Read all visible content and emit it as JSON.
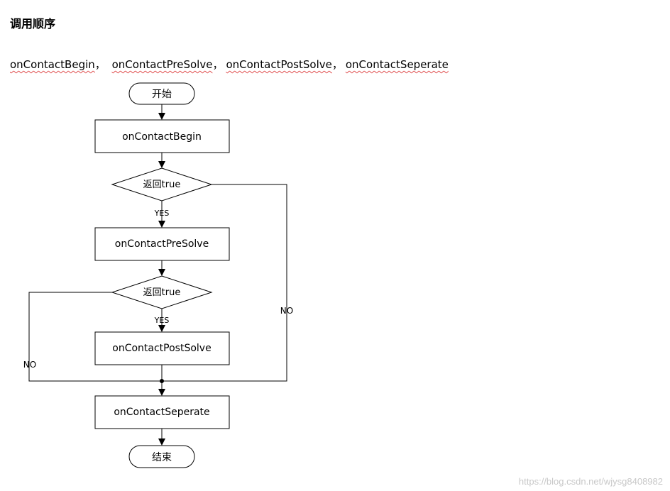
{
  "heading": "调用顺序",
  "callbacks": [
    "onContactBegin",
    "onContactPreSolve",
    "onContactPostSolve",
    "onContactSeperate"
  ],
  "separators": [
    "，",
    "，",
    "，"
  ],
  "flow": {
    "start": "开始",
    "begin": "onContactBegin",
    "decision1": "返回true",
    "yes1": "YES",
    "presolve": "onContactPreSolve",
    "decision2": "返回true",
    "yes2": "YES",
    "postsolve": "onContactPostSolve",
    "no_right": "NO",
    "no_left": "NO",
    "seperate": "onContactSeperate",
    "end": "结束"
  },
  "watermark": "https://blog.csdn.net/wjysg8408982"
}
